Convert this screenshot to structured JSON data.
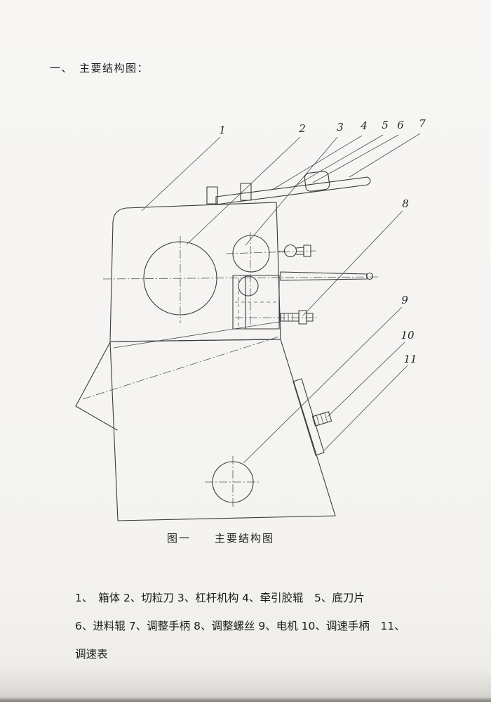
{
  "page": {
    "heading": "一、　主要结构图：",
    "figure_caption": "图一　　主要结构图",
    "legend_lines": [
      "1、　箱体 2、切粒刀 3、杠杆机构 4、牵引胶辊　5、底刀片",
      "6、进料辊 7、调整手柄 8、调整螺丝 9、电机 10、调速手柄　11、",
      "调速表"
    ]
  },
  "diagram": {
    "labels": [
      {
        "num": "1",
        "part": "箱体"
      },
      {
        "num": "2",
        "part": "切粒刀"
      },
      {
        "num": "3",
        "part": "杠杆机构"
      },
      {
        "num": "4",
        "part": "牵引胶辊"
      },
      {
        "num": "5",
        "part": "底刀片"
      },
      {
        "num": "6",
        "part": "进料辊"
      },
      {
        "num": "7",
        "part": "调整手柄"
      },
      {
        "num": "8",
        "part": "调整螺丝"
      },
      {
        "num": "9",
        "part": "电机"
      },
      {
        "num": "10",
        "part": "调速手柄"
      },
      {
        "num": "11",
        "part": "调速表"
      }
    ]
  }
}
